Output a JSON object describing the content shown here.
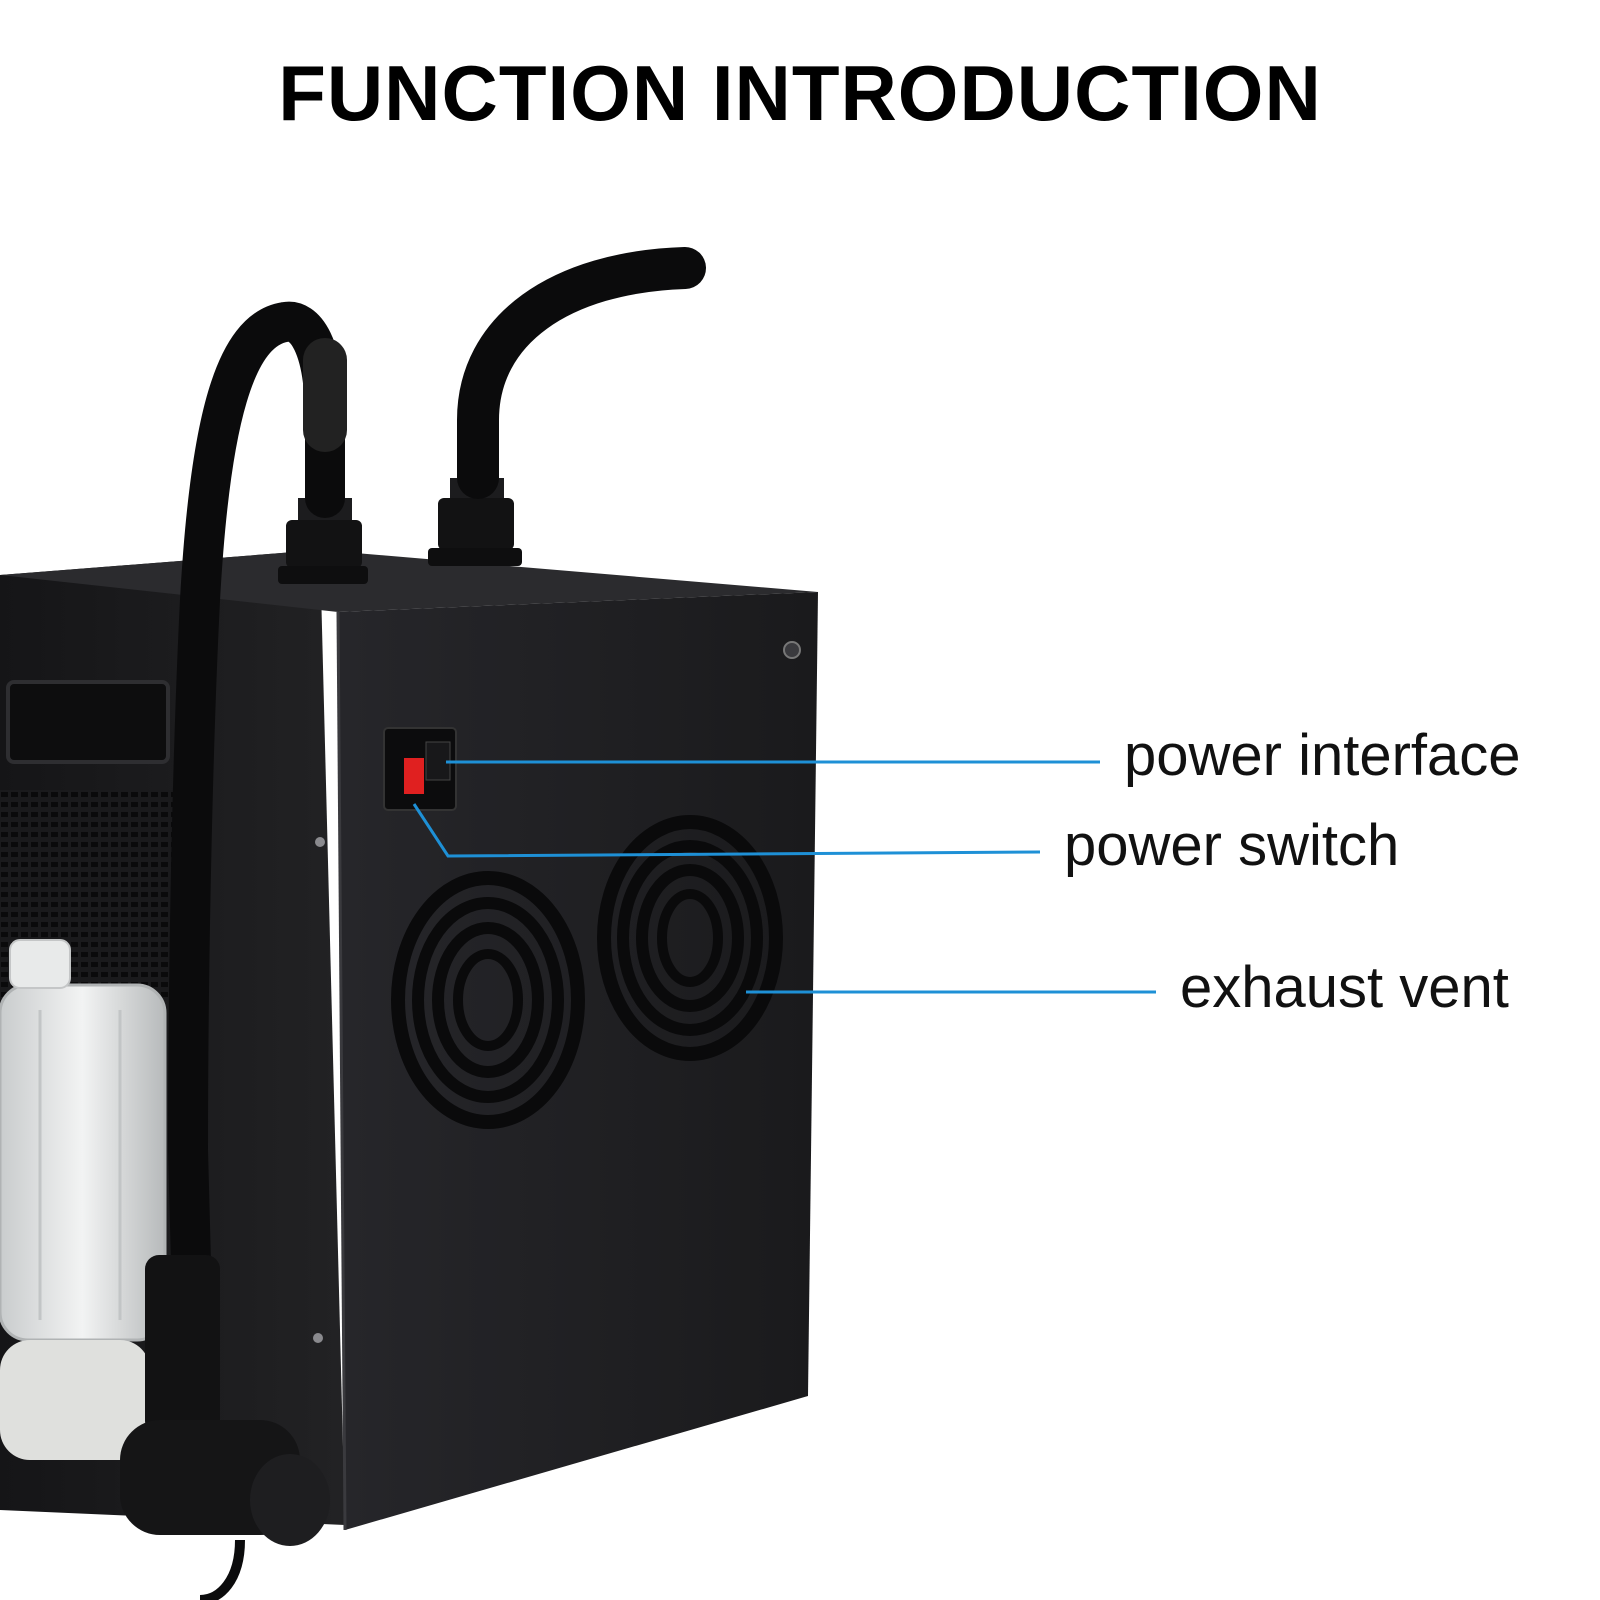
{
  "title": "FUNCTION INTRODUCTION",
  "callouts": {
    "power_interface": "power interface",
    "power_switch": "power switch",
    "exhaust_vent": "exhaust vent"
  },
  "colors": {
    "callout_line": "#1e90d6",
    "chassis": "#1d1d1f",
    "switch_red": "#e02020"
  }
}
